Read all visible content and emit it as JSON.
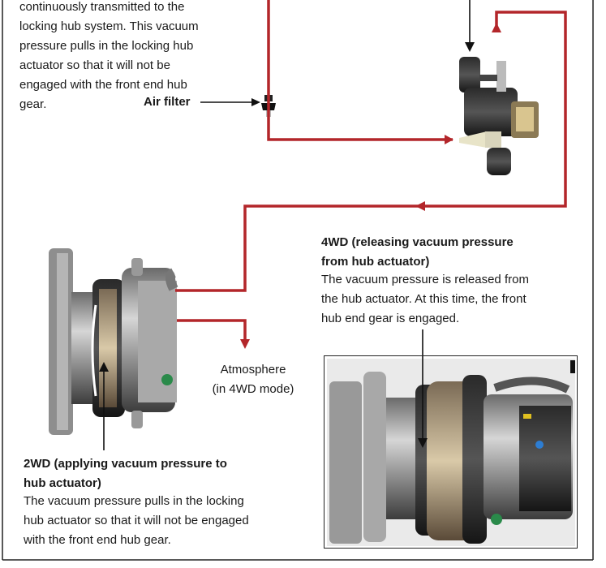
{
  "intro": {
    "lines": [
      "continuously transmitted to the",
      "locking hub system. This vacuum",
      "pressure pulls in the locking hub",
      "actuator so that it will not be",
      "engaged with the front end hub",
      "gear."
    ]
  },
  "air_filter_label": "Air filter",
  "releasing": {
    "heading_lines": [
      "4WD (releasing vacuum pressure",
      "from hub actuator)"
    ],
    "body_lines": [
      "The vacuum pressure is released from",
      "the hub actuator. At this time, the front",
      "hub end gear is engaged."
    ]
  },
  "atmosphere": {
    "lines": [
      "Atmosphere",
      "(in 4WD mode)"
    ]
  },
  "applying": {
    "heading_lines": [
      "2WD (applying vacuum pressure to",
      "hub actuator)"
    ],
    "body_lines": [
      "The vacuum pressure pulls in the locking",
      "hub actuator so that it will not be engaged",
      "with the front end hub gear."
    ]
  },
  "colors": {
    "vacuum_line": "#b3262a",
    "pointer": "#111111",
    "border": "#222222"
  }
}
